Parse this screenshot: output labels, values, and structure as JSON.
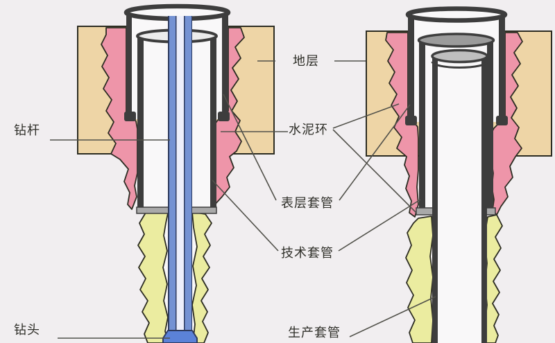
{
  "labels": {
    "drill_pipe": "钻杆",
    "drill_bit": "钻头",
    "stratum": "地层",
    "cement_ring": "水泥环",
    "surface_casing": "表层套管",
    "technical_casing": "技术套管",
    "production_casing": "生产套管"
  },
  "colors": {
    "bg": "#f1eef0",
    "text": "#2e2e28",
    "outline": "#2c2c22",
    "leader": "#51514a",
    "tan": "#eed5a6",
    "pink": "#ee95a9",
    "yellow": "#ebeca0",
    "casing-dark": "#3d3d3d",
    "casing-white": "#f9f8f9",
    "gray-mid": "#9b9b9b",
    "gray-light": "#bfbfbf",
    "pipe-blue": "#7492d3",
    "pipe-core": "#edeffb",
    "pipe-edge": "#2d3a5e",
    "bit": "#5b82d8"
  }
}
